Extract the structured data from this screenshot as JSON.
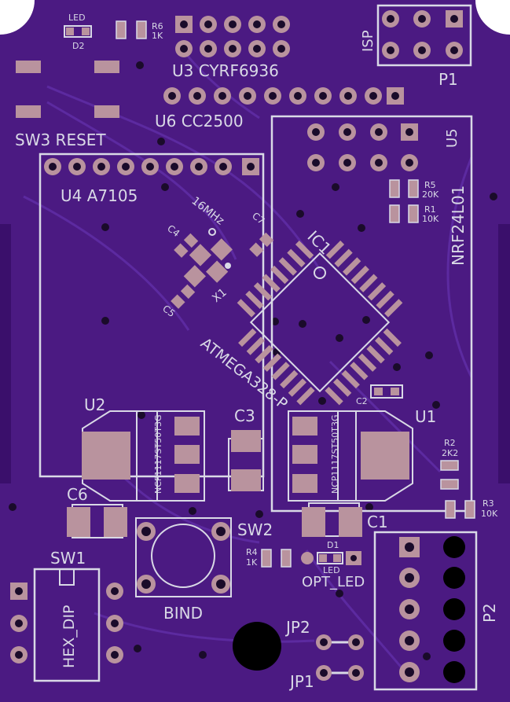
{
  "board": {
    "colors": {
      "substrate": "#4b1a82",
      "edge": "#3a0f6b",
      "trace": "#5c2aa0",
      "silkscreen": "#d9d9e6",
      "pad": "#b9939e",
      "drill": "#1a0b2a"
    }
  },
  "labels": {
    "led_top": "LED",
    "d2": "D2",
    "r6": "R6",
    "r6_value": "1K",
    "u3": "U3 CYRF6936",
    "isp": "ISP",
    "p1": "P1",
    "sw3": "SW3 RESET",
    "u6": "U6 CC2500",
    "u5": "U5",
    "r5": "R5",
    "r5_value": "20K",
    "r1": "R1",
    "r1_value": "10K",
    "nrf": "NRF24L01",
    "u4": "U4 A7105",
    "crystal": "16MHz",
    "c7": "C7",
    "c4": "C4",
    "c5": "C5",
    "x1": "X1",
    "ic1": "IC1",
    "mcu": "ATMEGA328-P",
    "c2": "C2",
    "u2": "U2",
    "u1": "U1",
    "c3": "C3",
    "ncp_left": "NCP1117ST50T3G",
    "ncp_right": "NCP1117ST50T3G",
    "r2": "R2",
    "r2_value": "2K2",
    "r3": "R3",
    "r3_value": "10K",
    "c6": "C6",
    "c1": "C1",
    "sw2": "SW2",
    "r4": "R4",
    "r4_value": "1K",
    "d1": "D1",
    "led_bottom": "LED",
    "opt_led": "OPT_LED",
    "sw1": "SW1",
    "hex_dip": "HEX_DIP",
    "bind": "BIND",
    "jp2": "JP2",
    "jp1": "JP1",
    "p2": "P2"
  }
}
